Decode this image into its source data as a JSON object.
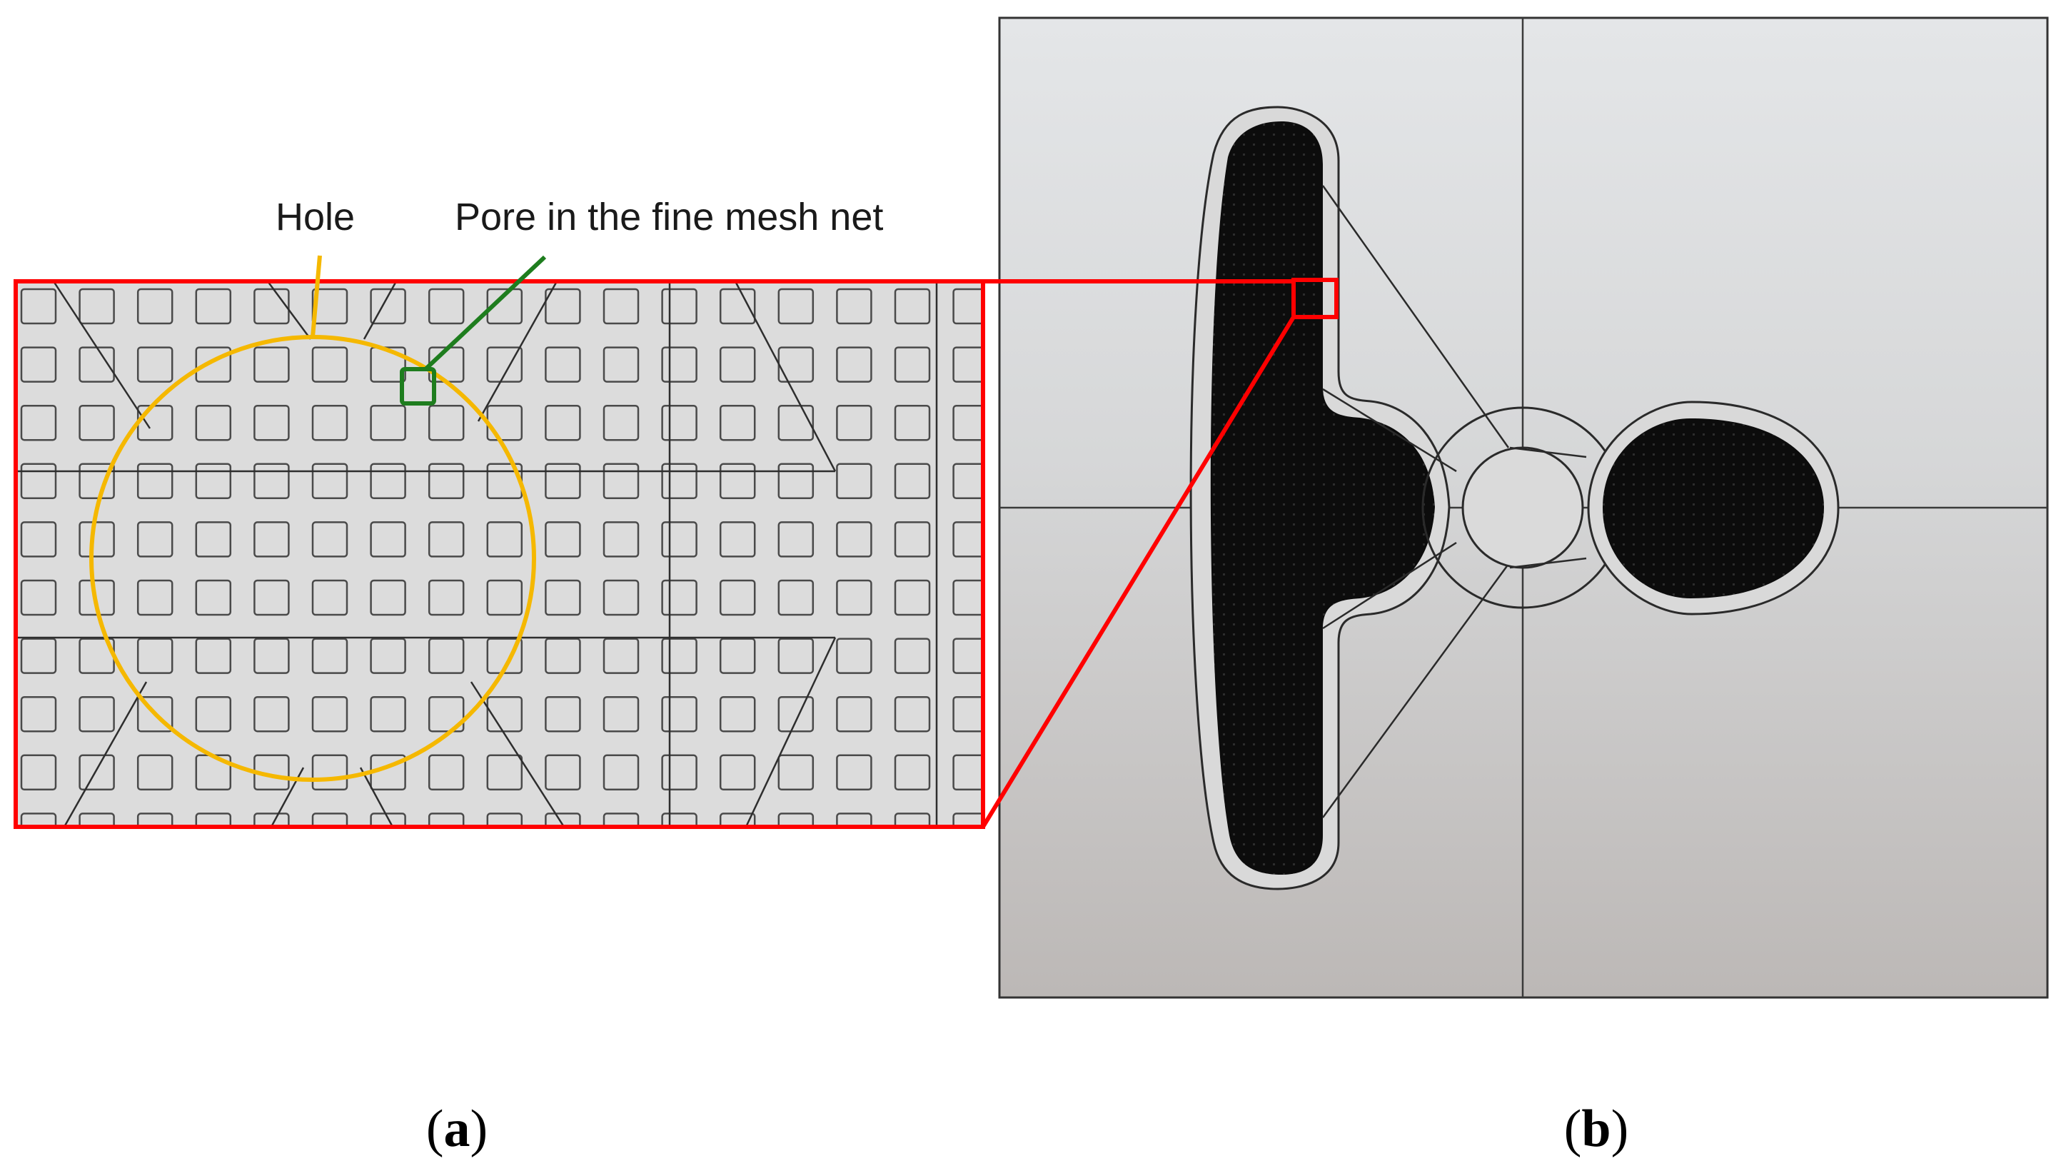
{
  "figure": {
    "callouts": {
      "hole": "Hole",
      "pore": "Pore in the fine mesh net"
    },
    "panel_labels": {
      "a": {
        "open": "(",
        "letter": "a",
        "close": ")"
      },
      "b": {
        "open": "(",
        "letter": "b",
        "close": ")"
      }
    },
    "colors": {
      "zoom_frame": "#ff0000",
      "hole_circle": "#f5b800",
      "pore_marker": "#1e7d1e",
      "mesh_background": "#dcdcdc",
      "mesh_pore_stroke": "#4a4a4a",
      "plate_top": "#e2e4e6",
      "plate_bottom": "#bdb9b7",
      "printed_region": "#0c0c0c"
    }
  }
}
